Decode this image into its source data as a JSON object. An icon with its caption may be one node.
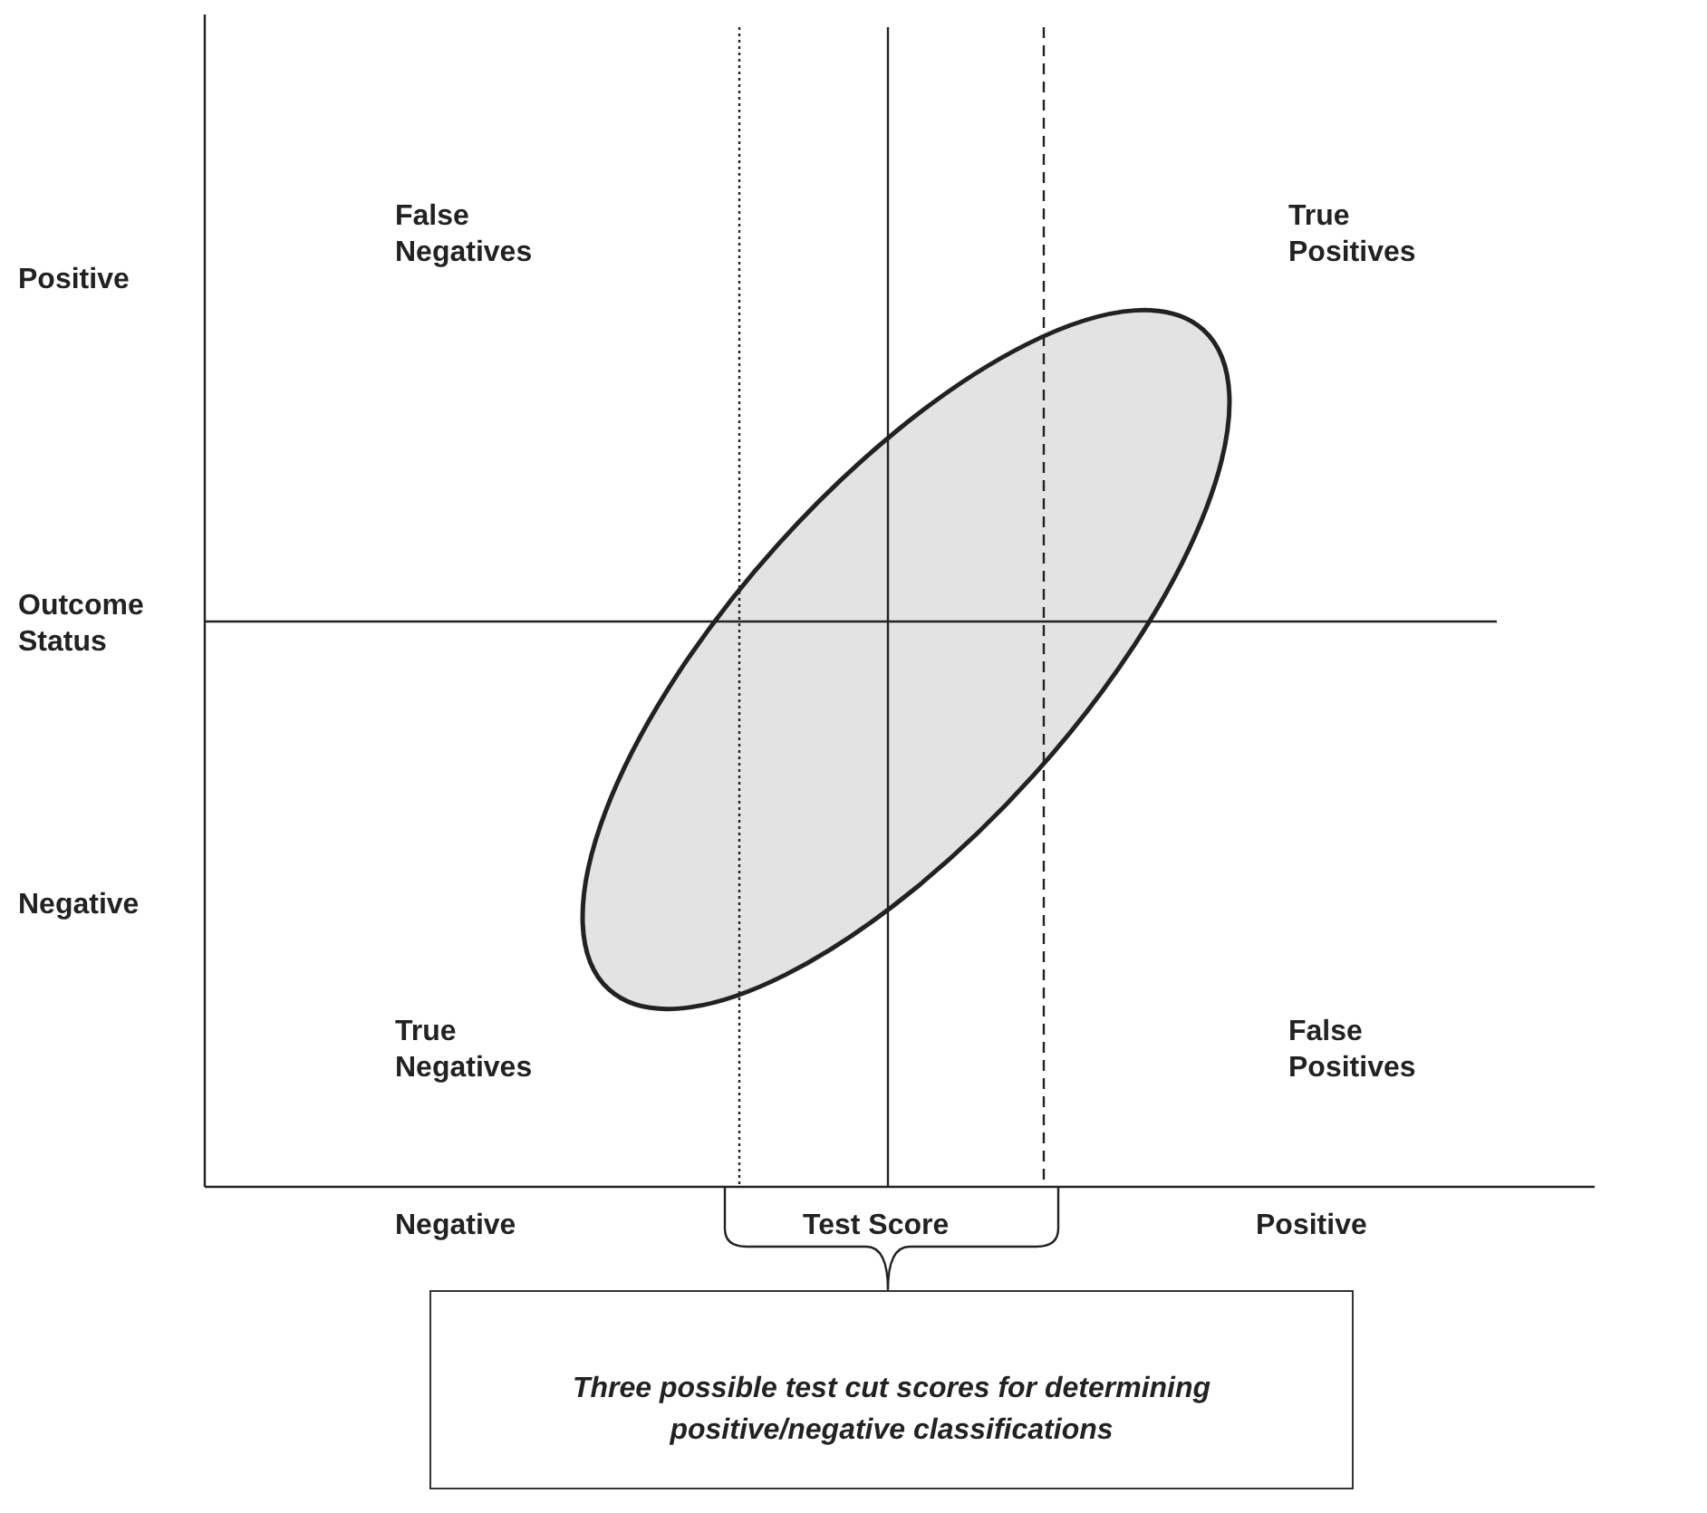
{
  "diagram": {
    "nodes": [
      {
        "text": [],
        "shape": "ellipse"
      },
      {
        "text": [
          "Three possible test cut scores for determining positive/negative classifications"
        ]
      }
    ],
    "labels": [
      "False Negatives",
      "True Positives",
      "Positive",
      "Outcome Status",
      "Negative",
      "True Negatives",
      "False Positives",
      "Negative",
      "Test Score",
      "Positive"
    ]
  }
}
